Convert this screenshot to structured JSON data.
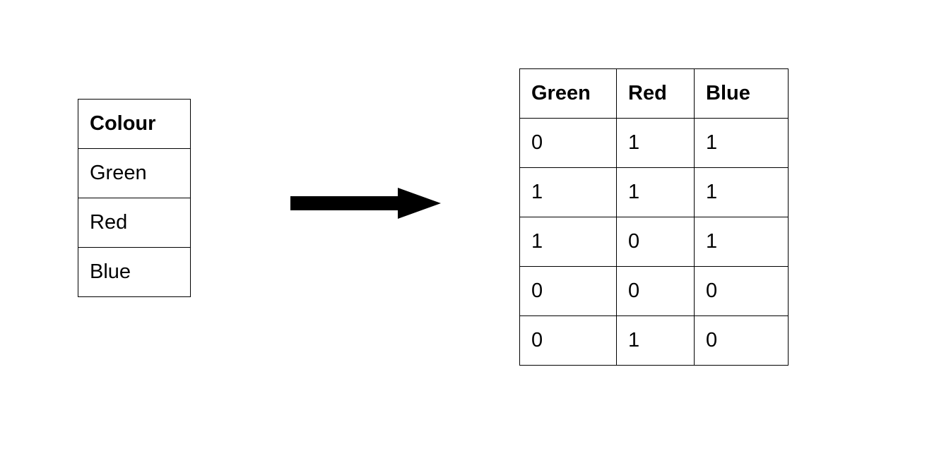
{
  "input_table": {
    "header": "Colour",
    "rows": [
      "Green",
      "Red",
      "Blue"
    ]
  },
  "arrow": {
    "icon": "right-arrow-icon",
    "color": "#000000"
  },
  "output_table": {
    "headers": [
      "Green",
      "Red",
      "Blue"
    ],
    "rows": [
      [
        "0",
        "1",
        "1"
      ],
      [
        "1",
        "1",
        "1"
      ],
      [
        "1",
        "0",
        "1"
      ],
      [
        "0",
        "0",
        "0"
      ],
      [
        "0",
        "1",
        "0"
      ]
    ]
  }
}
